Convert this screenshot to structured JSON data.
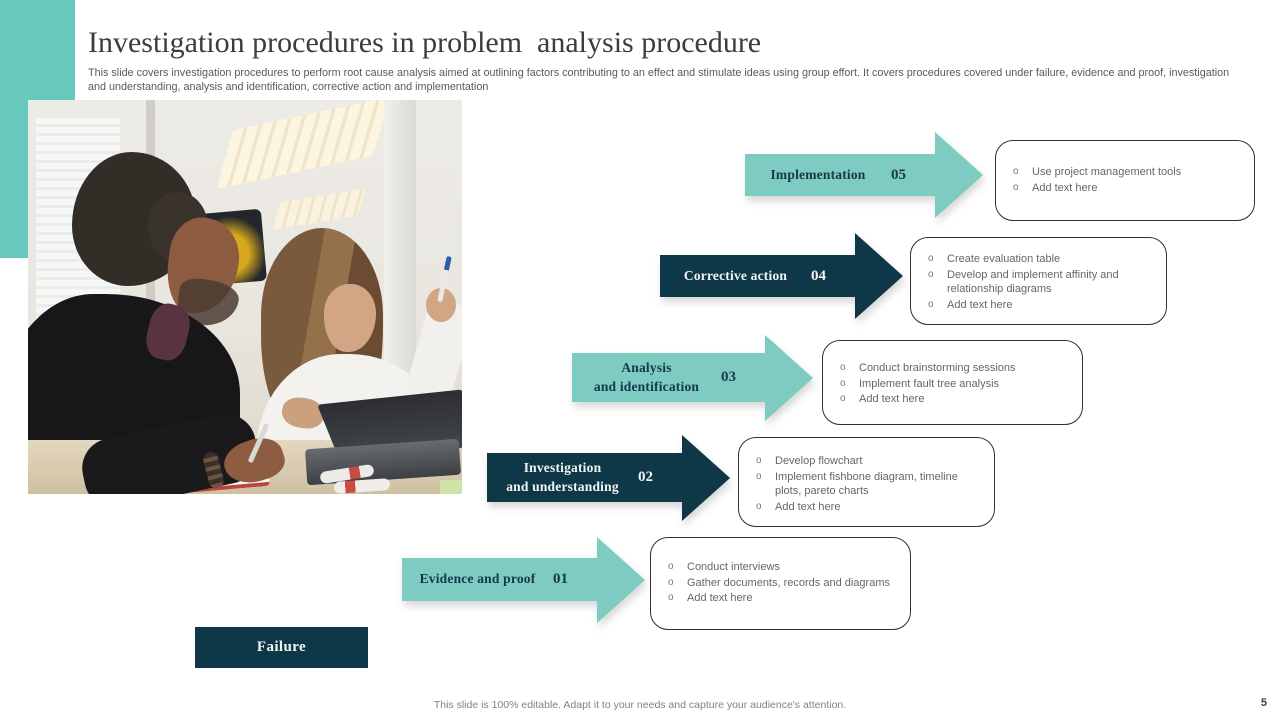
{
  "slide": {
    "title": "Investigation procedures in problem  analysis procedure",
    "subtitle": "This slide covers investigation procedures to perform root cause analysis aimed at outlining factors contributing to an effect and stimulate ideas using group effort. It covers procedures covered under failure, evidence and proof, investigation and understanding, analysis and identification, corrective action and implementation",
    "footer": "This slide is 100% editable. Adapt it to your needs and capture your audience's attention.",
    "page_number": "5"
  },
  "colors": {
    "teal_arrow": "#7dcbc1",
    "teal_block": "#67c9bc",
    "navy": "#0e3847",
    "bullet_text": "#666666"
  },
  "failure": {
    "label": "Failure"
  },
  "photo": {
    "name": "two-colleagues-working-at-laptop"
  },
  "steps": [
    {
      "number": "01",
      "label": "Evidence and proof",
      "theme": "teal",
      "bullets": [
        "Conduct interviews",
        "Gather documents, records and diagrams",
        "Add text here"
      ]
    },
    {
      "number": "02",
      "label": "Investigation",
      "label2": "and understanding",
      "theme": "navy",
      "bullets": [
        "Develop flowchart",
        "Implement fishbone diagram, timeline plots, pareto charts",
        "Add text here"
      ]
    },
    {
      "number": "03",
      "label": "Analysis",
      "label2": "and identification",
      "theme": "teal",
      "bullets": [
        "Conduct brainstorming sessions",
        "Implement fault tree analysis",
        "Add text here"
      ]
    },
    {
      "number": "04",
      "label": "Corrective action",
      "theme": "navy",
      "bullets": [
        "Create evaluation table",
        "Develop and implement affinity and relationship diagrams",
        "Add text here"
      ]
    },
    {
      "number": "05",
      "label": "Implementation",
      "theme": "teal",
      "bullets": [
        "Use project management tools",
        "Add text here"
      ]
    }
  ]
}
